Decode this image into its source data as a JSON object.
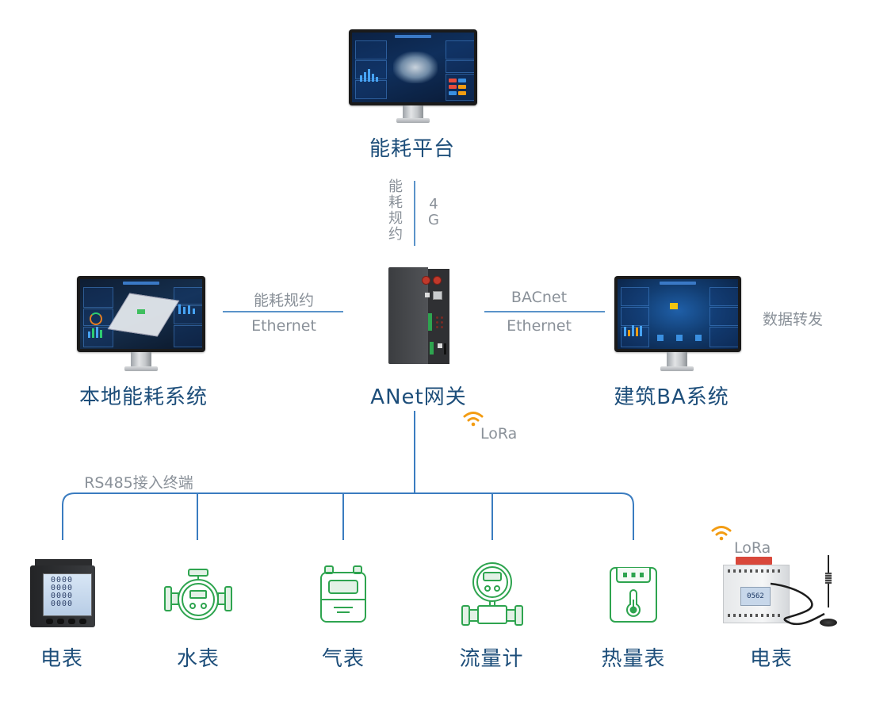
{
  "diagram": {
    "colors": {
      "label": "#1d4e7a",
      "protocol_text": "#8a9199",
      "connector": "#3a7cc0",
      "meter_icon_green": "#2ea44f",
      "lora_orange": "#f39c12"
    },
    "top_node": {
      "label": "能耗平台",
      "icon": "monitor-dashboard-icon"
    },
    "uplink": {
      "left_text": "能耗规约",
      "right_text": "4G"
    },
    "gateway": {
      "label": "ANet网关",
      "icon": "gateway-device-icon"
    },
    "left_node": {
      "label": "本地能耗系统",
      "icon": "monitor-dashboard-icon",
      "link_top": "能耗规约",
      "link_bottom": "Ethernet"
    },
    "right_node": {
      "label": "建筑BA系统",
      "icon": "monitor-dashboard-icon",
      "link_top": "BACnet",
      "link_bottom": "Ethernet",
      "side_note": "数据转发"
    },
    "gateway_lora": {
      "label": "LoRa",
      "icon": "wifi-signal-icon"
    },
    "bus": {
      "label": "RS485接入终端"
    },
    "terminals": [
      {
        "label": "电表",
        "icon": "panel-power-meter-icon"
      },
      {
        "label": "水表",
        "icon": "water-meter-icon"
      },
      {
        "label": "气表",
        "icon": "gas-meter-icon"
      },
      {
        "label": "流量计",
        "icon": "flow-meter-icon"
      },
      {
        "label": "热量表",
        "icon": "heat-meter-icon"
      }
    ],
    "wireless_terminal": {
      "label": "电表",
      "lora_label": "LoRa",
      "icon": "din-rail-power-meter-with-antenna-icon"
    }
  }
}
